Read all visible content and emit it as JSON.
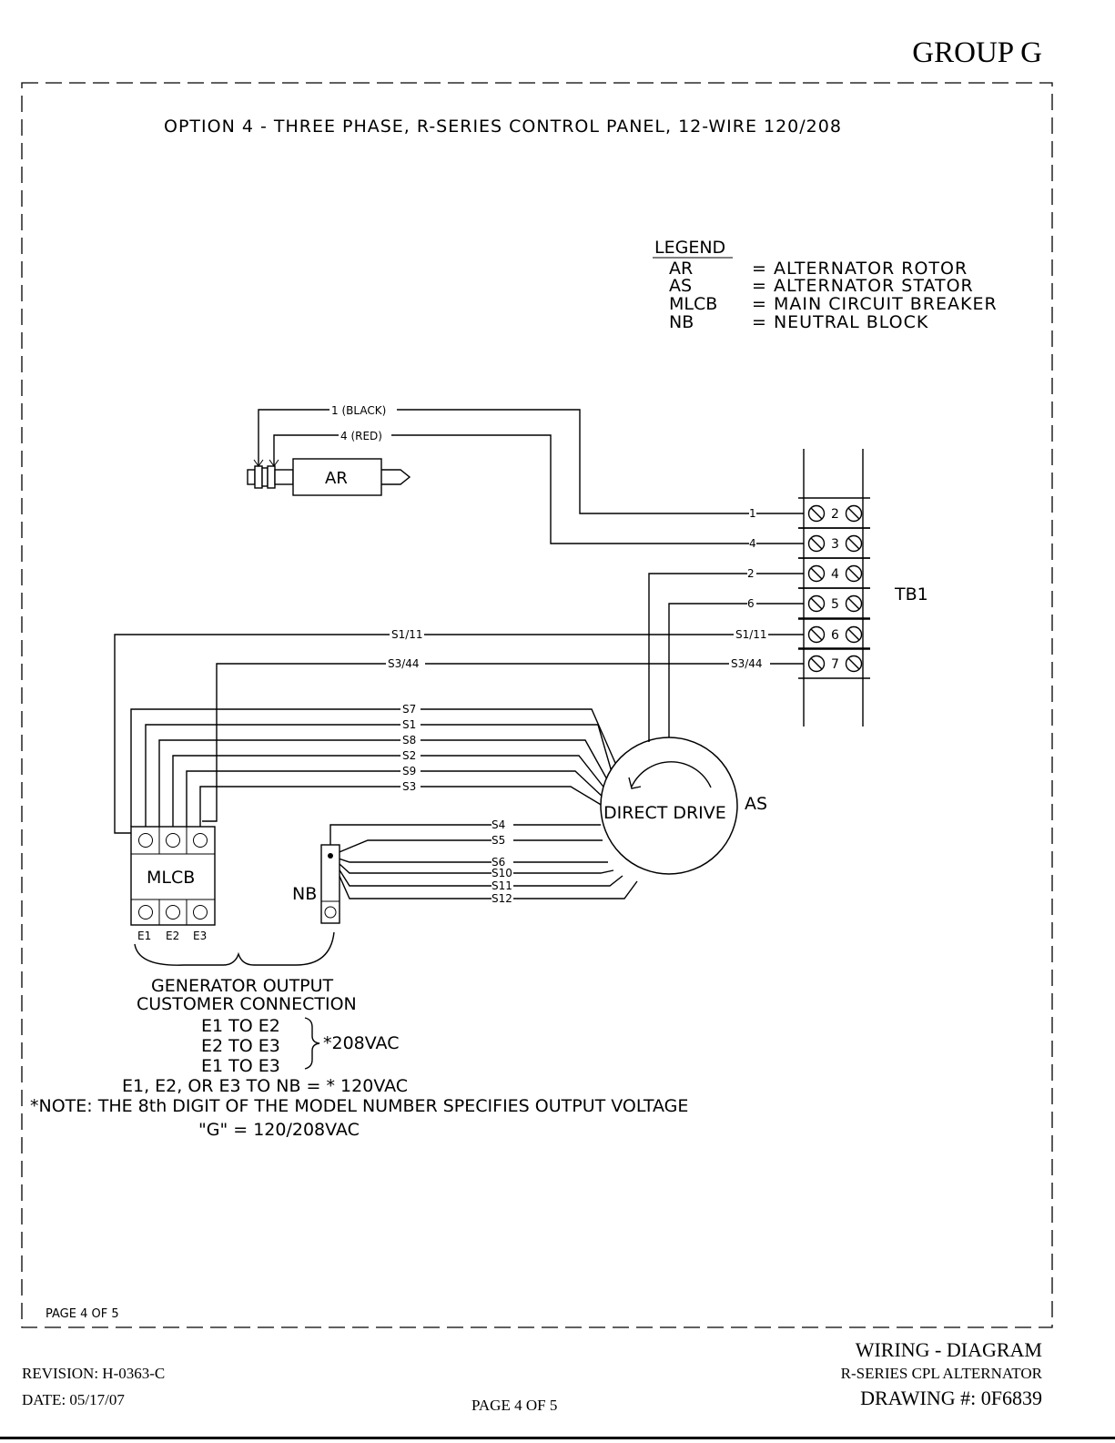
{
  "header": {
    "group": "GROUP G"
  },
  "diagram": {
    "title": "OPTION 4 - THREE PHASE, R-SERIES CONTROL PANEL, 12-WIRE 120/208",
    "legend": {
      "heading": "LEGEND",
      "items": [
        {
          "code": "AR",
          "desc": "= ALTERNATOR ROTOR"
        },
        {
          "code": "AS",
          "desc": "= ALTERNATOR STATOR"
        },
        {
          "code": "MLCB",
          "desc": "= MAIN CIRCUIT BREAKER"
        },
        {
          "code": "NB",
          "desc": "= NEUTRAL BLOCK"
        }
      ]
    },
    "rotor": {
      "label": "AR",
      "wire_black": "1 (BLACK)",
      "wire_red": "4 (RED)"
    },
    "terminal_block": {
      "label": "TB1",
      "terminals": [
        "2",
        "3",
        "4",
        "5",
        "6",
        "7"
      ],
      "wires": [
        "1",
        "4",
        "2",
        "6",
        "S1/11",
        "S3/44"
      ]
    },
    "long_wires": [
      "S1/11",
      "S3/44"
    ],
    "stator": {
      "label": "AS",
      "drive": "DIRECT DRIVE"
    },
    "breaker_wires": [
      "S7",
      "S1",
      "S8",
      "S2",
      "S9",
      "S3"
    ],
    "neutral_wires": [
      "S4",
      "S5",
      "S6",
      "S10",
      "S11",
      "S12"
    ],
    "breaker": {
      "label": "MLCB",
      "terminals": [
        "E1",
        "E2",
        "E3"
      ]
    },
    "neutral_block": {
      "label": "NB"
    },
    "output": {
      "line1": "GENERATOR OUTPUT",
      "line2": "CUSTOMER CONNECTION",
      "pairs": [
        "E1 TO E2",
        "E2 TO E3",
        "E1 TO E3"
      ],
      "voltage_208": "*208VAC",
      "nb_line": "E1, E2, OR E3 TO NB = * 120VAC",
      "note": "*NOTE: THE 8th DIGIT OF THE MODEL NUMBER SPECIFIES OUTPUT VOLTAGE",
      "note2": "\"G\" = 120/208VAC"
    },
    "page_inner": "PAGE 4 OF 5"
  },
  "footer": {
    "revision": "REVISION: H-0363-C",
    "date": "DATE: 05/17/07",
    "page": "PAGE 4 OF 5",
    "title": "WIRING - DIAGRAM",
    "subtitle": "R-SERIES CPL ALTERNATOR",
    "drawing": "DRAWING #: 0F6839"
  }
}
